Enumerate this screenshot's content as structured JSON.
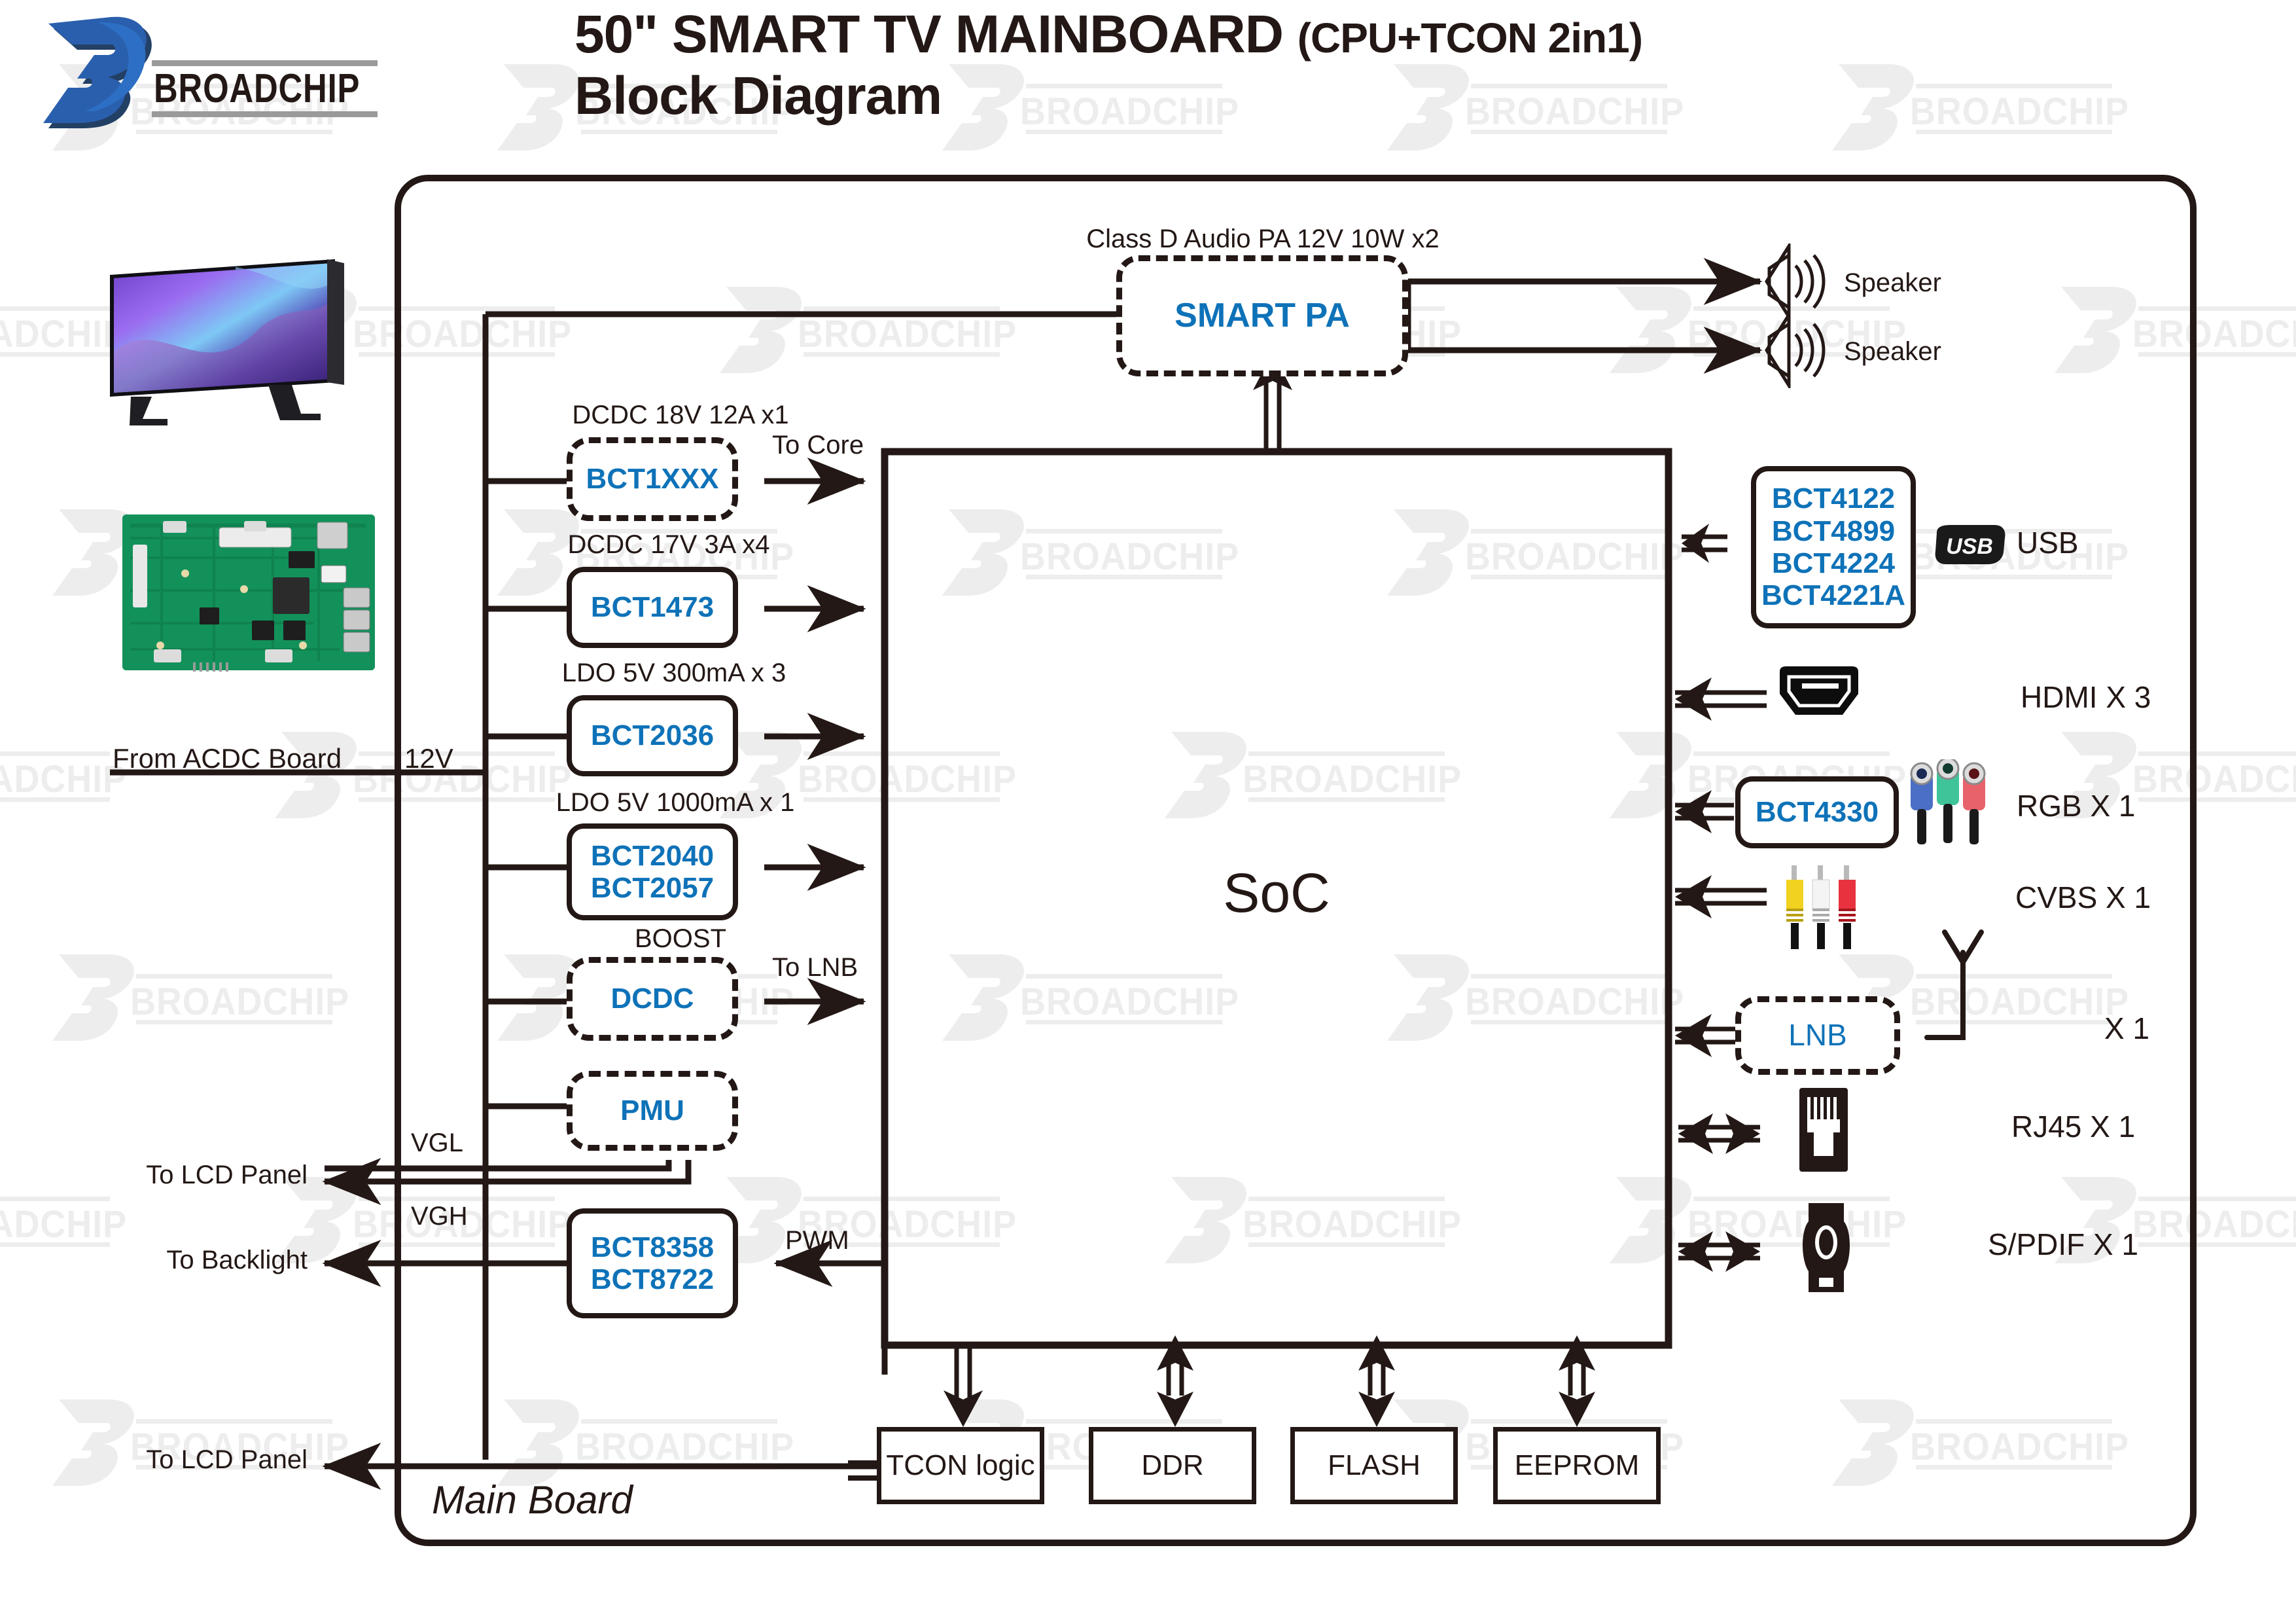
{
  "brand": {
    "name": "BROADCHIP",
    "logo_letter": "B",
    "watermark_text": "BROADCHIP"
  },
  "header": {
    "title_main": "50\" SMART TV MAINBOARD",
    "title_paren": "(CPU+TCON  2in1)",
    "title_tail": "Block Diagram"
  },
  "colors": {
    "accent_blue": "#0E72B8",
    "ink": "#231815",
    "watermark": "#ededed"
  },
  "left_column": {
    "tv_image_alt": "smart-tv-front-view",
    "pcb_image_alt": "mainboard-pcb-photo",
    "source_label": "From ACDC Board",
    "rail_label": "12V"
  },
  "board": {
    "label": "Main Board"
  },
  "audio": {
    "caption": "Class D Audio PA  12V 10W x2",
    "block": "SMART PA",
    "speaker_1": "Speaker",
    "speaker_2": "Speaker"
  },
  "soc": {
    "label": "SoC"
  },
  "power_rails": [
    {
      "caption": "DCDC 18V 12A x1",
      "part": "BCT1XXX",
      "style": "dashed",
      "out": "To Core"
    },
    {
      "caption": "DCDC 17V 3A x4",
      "part": "BCT1473",
      "style": "solid",
      "out": ""
    },
    {
      "caption": "LDO 5V 300mA x 3",
      "part": "BCT2036",
      "style": "solid",
      "out": ""
    },
    {
      "caption": "LDO 5V 1000mA x 1",
      "part": "BCT2040\nBCT2057",
      "style": "solid",
      "out": ""
    },
    {
      "caption": "BOOST",
      "part": "DCDC",
      "style": "dashed",
      "out": "To LNB"
    },
    {
      "caption": "",
      "part": "PMU",
      "style": "dashed",
      "out": ""
    }
  ],
  "power_parts": {
    "bct1xxx": "BCT1XXX",
    "bct1473": "BCT1473",
    "bct2036": "BCT2036",
    "bct2040": "BCT2040",
    "bct2057": "BCT2057",
    "dcdc_boost": "DCDC",
    "pmu": "PMU",
    "backlight_1": "BCT8358",
    "backlight_2": "BCT8722"
  },
  "power_captions": {
    "c1": "DCDC 18V 12A x1",
    "c2": "DCDC 17V 3A x4",
    "c3": "LDO 5V 300mA x 3",
    "c4": "LDO 5V 1000mA x 1",
    "c5": "BOOST",
    "to_core": "To Core",
    "to_lnb": "To LNB"
  },
  "panel_outputs": {
    "vgl": "VGL",
    "vgh": "VGH",
    "to_lcd_panel_1": "To LCD Panel",
    "to_backlight": "To Backlight",
    "pwm": "PWM",
    "to_lcd_panel_2": "To LCD Panel"
  },
  "bottom_blocks": [
    {
      "label": "TCON logic",
      "arrow": "down"
    },
    {
      "label": "DDR",
      "arrow": "bi"
    },
    {
      "label": "FLASH",
      "arrow": "bi"
    },
    {
      "label": "EEPROM",
      "arrow": "bi"
    }
  ],
  "io_rows": [
    {
      "arrow": "bi",
      "chip": "BCT4122\nBCT4899\nBCT4224\nBCT4221A",
      "icon": "usb-icon",
      "label": "USB"
    },
    {
      "arrow": "left",
      "chip": "",
      "icon": "hdmi-icon",
      "label": "HDMI X 3"
    },
    {
      "arrow": "left",
      "chip": "BCT4330",
      "icon": "rca-component-icon",
      "label": "RGB  X 1"
    },
    {
      "arrow": "left",
      "chip": "",
      "icon": "rca-cvbs-icon",
      "label": "CVBS X 1"
    },
    {
      "arrow": "left",
      "chip": "LNB",
      "icon": "antenna-icon",
      "label": "X 1"
    },
    {
      "arrow": "bi",
      "chip": "",
      "icon": "rj45-icon",
      "label": "RJ45 X 1"
    },
    {
      "arrow": "bi",
      "chip": "",
      "icon": "spdif-icon",
      "label": "S/PDIF X 1"
    }
  ],
  "io_chips": {
    "usb_1": "BCT4122",
    "usb_2": "BCT4899",
    "usb_3": "BCT4224",
    "usb_4": "BCT4221A",
    "rgb": "BCT4330",
    "lnb": "LNB"
  },
  "io_labels": {
    "usb": "USB",
    "hdmi": "HDMI X 3",
    "rgb": "RGB  X 1",
    "cvbs": "CVBS X 1",
    "antenna": "X 1",
    "rj45": "RJ45 X 1",
    "spdif": "S/PDIF X 1"
  }
}
